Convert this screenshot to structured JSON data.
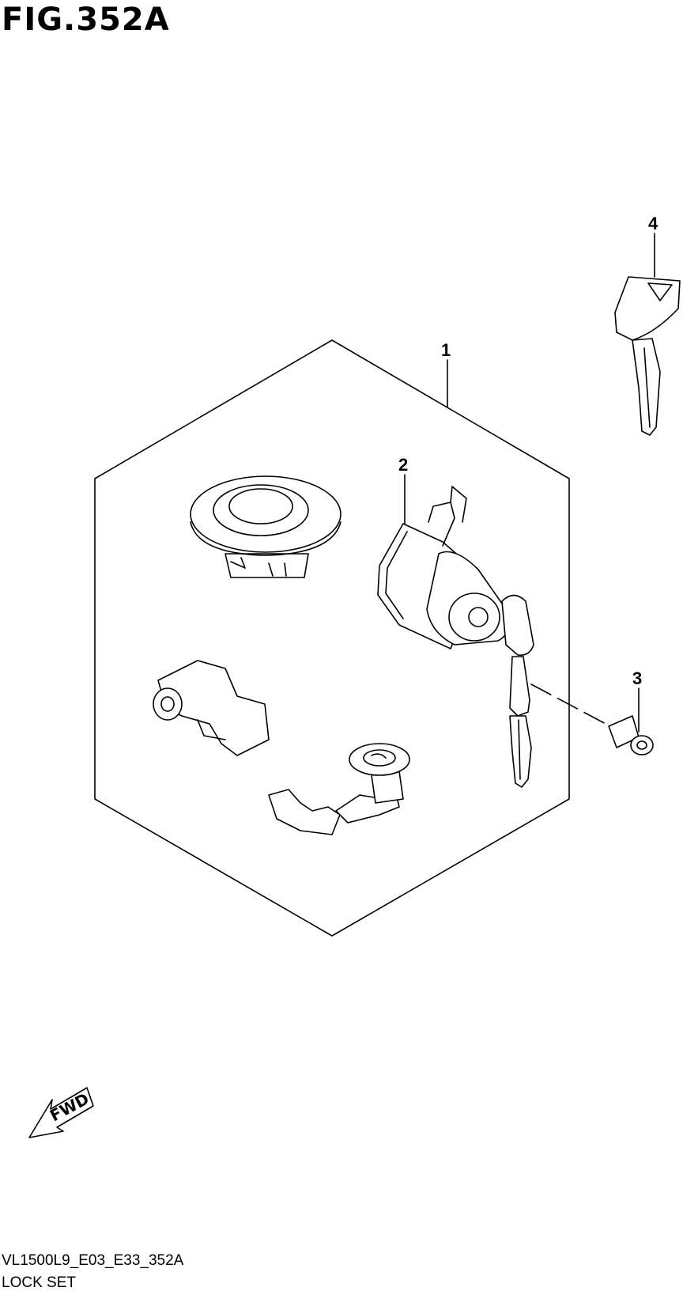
{
  "figure": {
    "title": "FIG.352A",
    "code": "VL1500L9_E03_E33_352A",
    "name": "LOCK SET"
  },
  "callouts": [
    {
      "id": "1",
      "label": "1"
    },
    {
      "id": "2",
      "label": "2"
    },
    {
      "id": "3",
      "label": "3"
    },
    {
      "id": "4",
      "label": "4"
    }
  ],
  "direction_arrow": {
    "label": "FWD",
    "icon": "fwd-arrow-icon"
  },
  "parts": {
    "lock_set_group": "1",
    "seat_lock": "2",
    "screw": "3",
    "key": "4"
  }
}
